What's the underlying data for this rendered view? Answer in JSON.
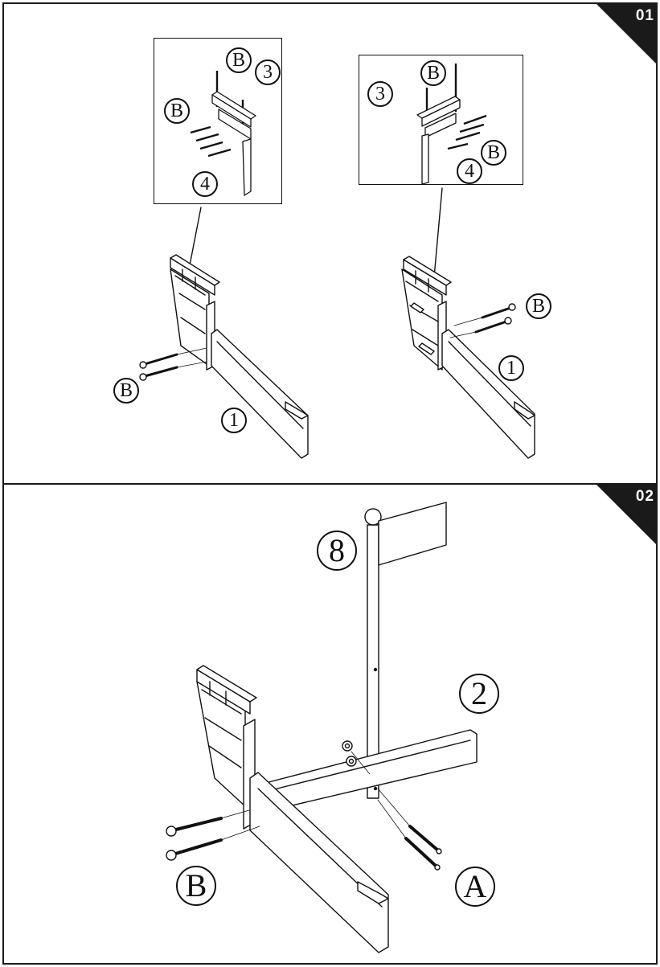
{
  "steps": [
    {
      "number": "01"
    },
    {
      "number": "02"
    }
  ],
  "callouts": {
    "part_1": "1",
    "part_2": "2",
    "part_3": "3",
    "part_4": "4",
    "part_8": "8",
    "screw_A": "A",
    "screw_B": "B"
  },
  "colors": {
    "line": "#111111",
    "badge": "#1a1a1a",
    "background": "#ffffff"
  }
}
